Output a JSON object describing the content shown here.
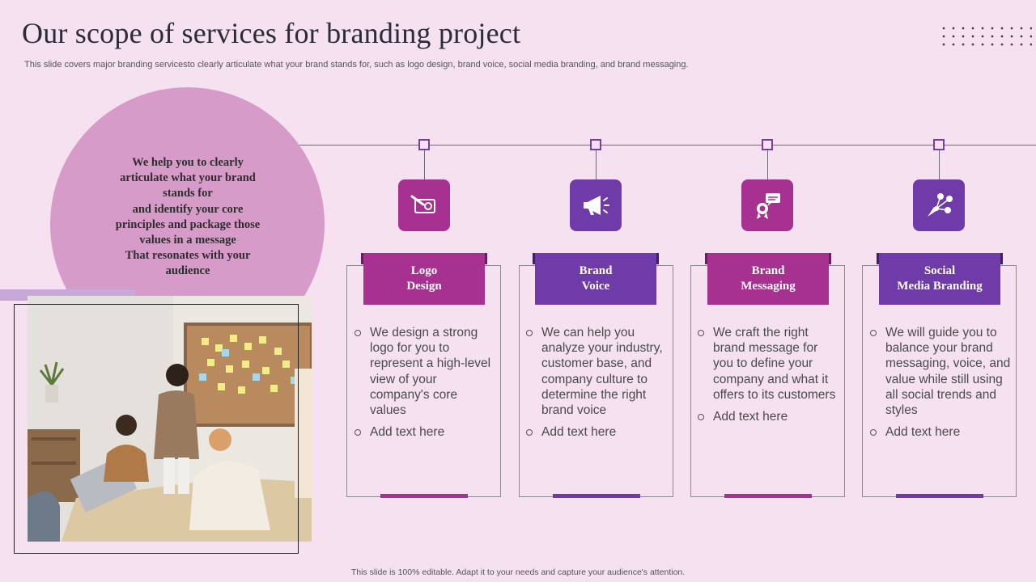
{
  "slide": {
    "title": "Our scope of services for branding project",
    "subtitle": "This slide covers major branding servicesto clearly articulate what your brand stands for, such as logo design, brand voice, social media branding, and brand messaging.",
    "footer": "This slide is 100% editable. Adapt it to your needs and capture your audience's attention."
  },
  "circle_text": [
    "We help you to clearly",
    "articulate what your brand",
    "stands for",
    "and identify your core",
    "principles and package those",
    "values in a message",
    "That resonates with your",
    "audience"
  ],
  "colors": {
    "magenta": "#a63190",
    "purple": "#6f3ba8",
    "background": "#f5e1f0",
    "circle": "#d79bc9"
  },
  "services": [
    {
      "icon": "logo-design-icon",
      "title_line1": "Logo",
      "title_line2": "Design",
      "color": "#a63190",
      "bullet1": "We design a strong logo for you to represent a high-level view of your company's core values",
      "bullet2": "Add text here"
    },
    {
      "icon": "megaphone-icon",
      "title_line1": "Brand",
      "title_line2": "Voice",
      "color": "#6f3ba8",
      "bullet1": "We can help you analyze your industry, customer base, and company culture to determine the right brand voice",
      "bullet2": "Add text here"
    },
    {
      "icon": "award-message-icon",
      "title_line1": "Brand",
      "title_line2": "Messaging",
      "color": "#a63190",
      "bullet1": "We craft the right brand message for you to define your company and what it offers to its customers",
      "bullet2": "Add text here"
    },
    {
      "icon": "social-network-icon",
      "title_line1": "Social",
      "title_line2": "Media Branding",
      "color": "#6f3ba8",
      "bullet1": "We will guide you to balance your brand messaging, voice, and value while still using all social trends and styles",
      "bullet2": "Add text here"
    }
  ]
}
